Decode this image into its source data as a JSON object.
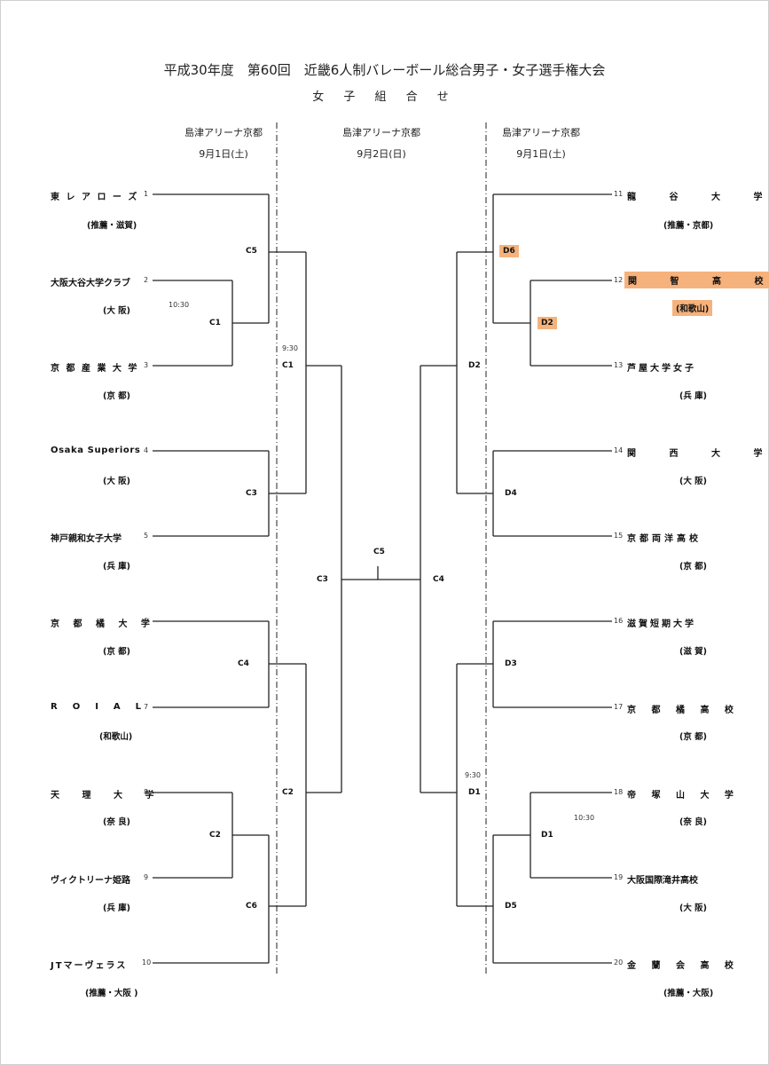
{
  "header": {
    "title": "平成30年度　第60回　近畿6人制バレーボール総合男子・女子選手権大会",
    "subtitle": "女 子 組 合 せ"
  },
  "columns": {
    "left": {
      "venue": "島津アリーナ京都",
      "date": "9月1日(土)"
    },
    "center": {
      "venue": "島津アリーナ京都",
      "date": "9月2日(日)"
    },
    "right": {
      "venue": "島津アリーナ京都",
      "date": "9月1日(土)"
    }
  },
  "left_teams": [
    {
      "num": "1",
      "name": "東 レ ア ロ ー ズ",
      "region": "(推薦・滋賀)"
    },
    {
      "num": "2",
      "name": "大阪大谷大学クラブ",
      "region": "(大 阪)"
    },
    {
      "num": "3",
      "name": "京 都 産 業 大 学",
      "region": "(京 都)"
    },
    {
      "num": "4",
      "name": "Osaka Superiors",
      "region": "(大 阪)"
    },
    {
      "num": "5",
      "name": "神戸親和女子大学",
      "region": "(兵 庫)"
    },
    {
      "num": "6",
      "name": "京 都 橘 大 学",
      "region": "(京 都)"
    },
    {
      "num": "7",
      "name": "ROIAL",
      "region": "(和歌山)"
    },
    {
      "num": "8",
      "name": "天 理 大 学",
      "region": "(奈 良)"
    },
    {
      "num": "9",
      "name": "ヴィクトリーナ姫路",
      "region": "(兵 庫)"
    },
    {
      "num": "10",
      "name": "JTマーヴェラス",
      "region": "(推薦・大阪 )"
    }
  ],
  "right_teams": [
    {
      "num": "11",
      "name": "龍 谷 大 学",
      "region": "(推薦・京都)"
    },
    {
      "num": "12",
      "name": "関 智 高 校",
      "region": "(和歌山)"
    },
    {
      "num": "13",
      "name": "芦屋大学女子",
      "region": "(兵 庫)"
    },
    {
      "num": "14",
      "name": "関 西 大 学",
      "region": "(大 阪)"
    },
    {
      "num": "15",
      "name": "京都両洋高校",
      "region": "(京 都)"
    },
    {
      "num": "16",
      "name": "滋賀短期大学",
      "region": "(滋 賀)"
    },
    {
      "num": "17",
      "name": "京 都 橘 高 校",
      "region": "(京 都)"
    },
    {
      "num": "18",
      "name": "帝 塚 山 大 学",
      "region": "(奈 良)"
    },
    {
      "num": "19",
      "name": "大阪国際滝井高校",
      "region": "(大 阪)"
    },
    {
      "num": "20",
      "name": "金 蘭 会 高 校",
      "region": "(推薦・大阪)"
    }
  ],
  "match_codes": {
    "c5_left": "C5",
    "c1": "C1",
    "c3_left": "C3",
    "c4_left": "C4",
    "c2_left": "C2",
    "c6": "C6",
    "c1_center": "C1",
    "c3_center": "C3",
    "c2_center": "C2",
    "c5_final": "C5",
    "c4_center": "C4",
    "d2_center": "D2",
    "d1_center": "D1",
    "d6": "D6",
    "d2_right": "D2",
    "d4": "D4",
    "d3": "D3",
    "d1_right": "D1",
    "d5": "D5"
  },
  "times": {
    "left_first": "10:30",
    "center_left": "9:30",
    "right_first": "10:30",
    "center_right": "9:30"
  },
  "colors": {
    "highlight": "#f6b27c",
    "line": "#222222"
  }
}
